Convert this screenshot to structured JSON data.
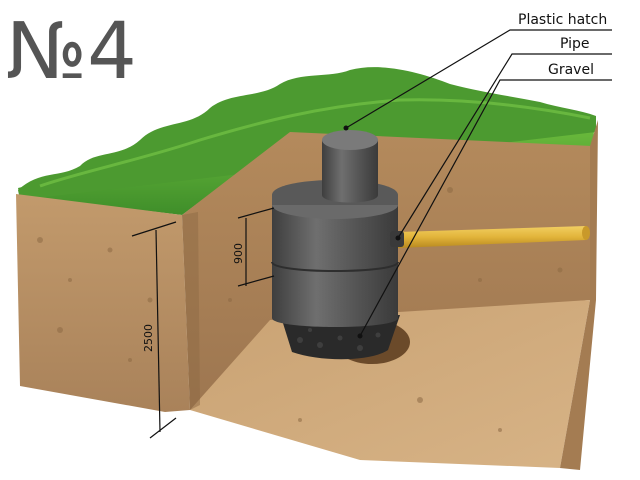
{
  "figure": {
    "number_label": "№4",
    "callouts": {
      "plastic_hatch": "Plastic hatch",
      "pipe": "Pipe",
      "gravel": "Gravel"
    },
    "dimensions": {
      "ring_height": "900",
      "total_depth": "2500"
    }
  },
  "colors": {
    "grass": "#3f8e2a",
    "grass_light": "#6fbf3e",
    "soil": "#b99266",
    "soil_dark": "#8d6a44",
    "floor": "#cfa878",
    "concrete": "#5a5a5a",
    "concrete_light": "#7a7a7a",
    "pipe": "#e2b43a",
    "gravel": "#2a2a2a",
    "label_text": "#111111",
    "number_text": "#555555"
  }
}
